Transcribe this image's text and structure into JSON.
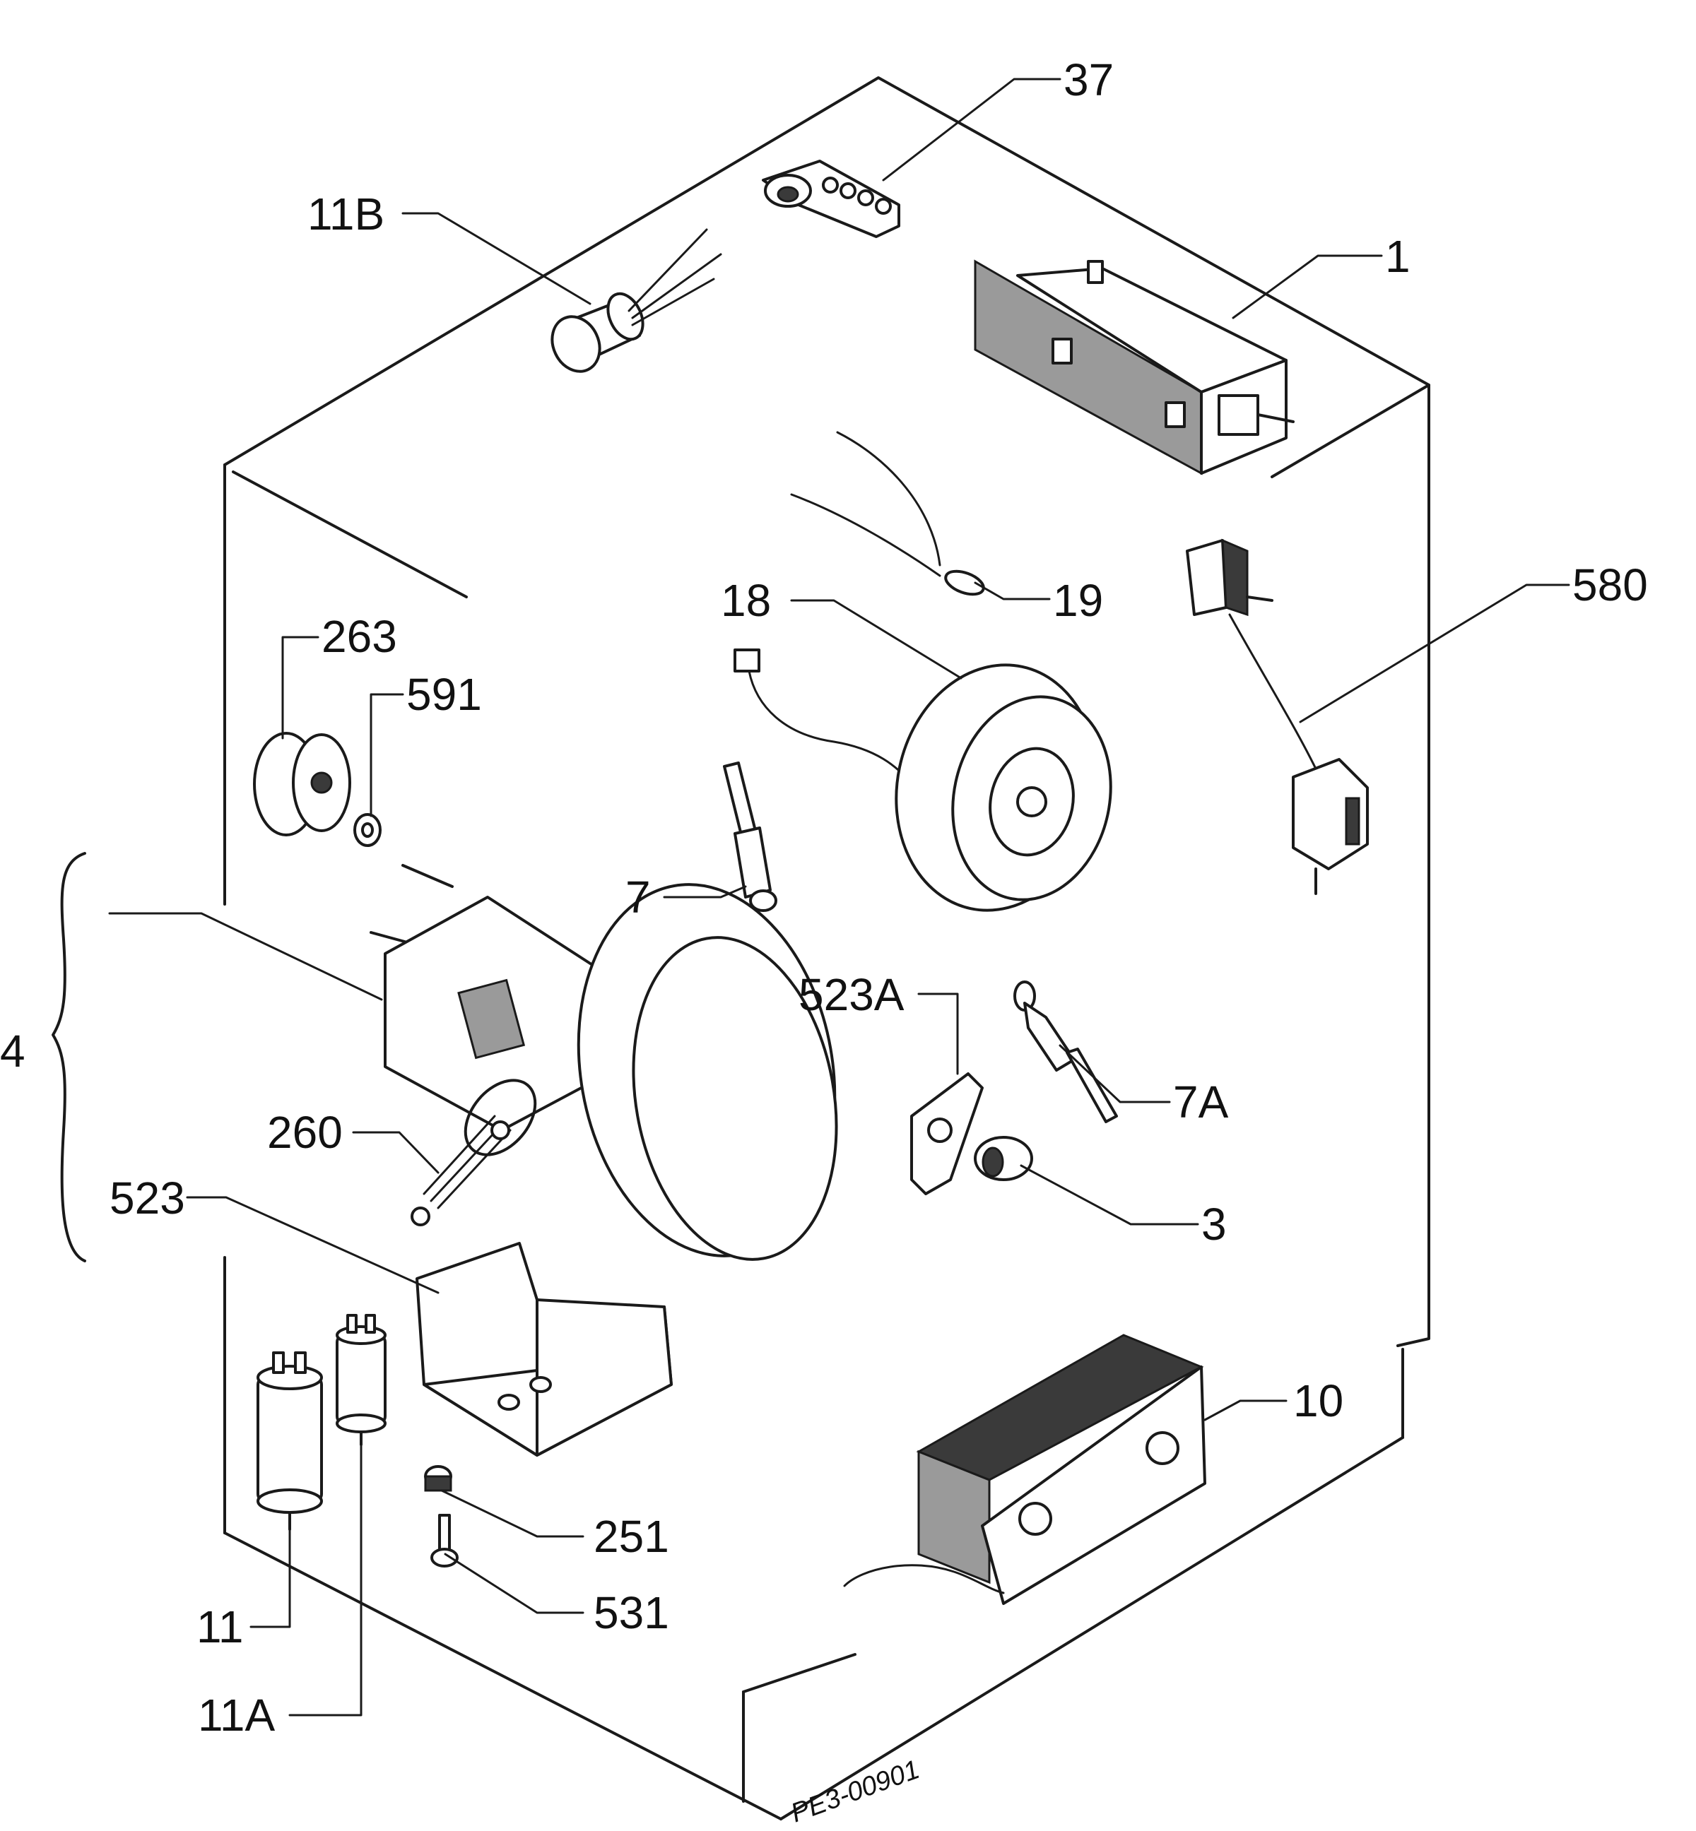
{
  "diagram": {
    "drawing_code": "PE3-00901",
    "callouts": [
      {
        "id": "37",
        "text": "37"
      },
      {
        "id": "11B",
        "text": "11B"
      },
      {
        "id": "1",
        "text": "1"
      },
      {
        "id": "19",
        "text": "19"
      },
      {
        "id": "18",
        "text": "18"
      },
      {
        "id": "580",
        "text": "580"
      },
      {
        "id": "263",
        "text": "263"
      },
      {
        "id": "591",
        "text": "591"
      },
      {
        "id": "7",
        "text": "7"
      },
      {
        "id": "4",
        "text": "4"
      },
      {
        "id": "523A",
        "text": "523A"
      },
      {
        "id": "7A",
        "text": "7A"
      },
      {
        "id": "260",
        "text": "260"
      },
      {
        "id": "523",
        "text": "523"
      },
      {
        "id": "3",
        "text": "3"
      },
      {
        "id": "10",
        "text": "10"
      },
      {
        "id": "251",
        "text": "251"
      },
      {
        "id": "531",
        "text": "531"
      },
      {
        "id": "11",
        "text": "11"
      },
      {
        "id": "11A",
        "text": "11A"
      }
    ]
  }
}
